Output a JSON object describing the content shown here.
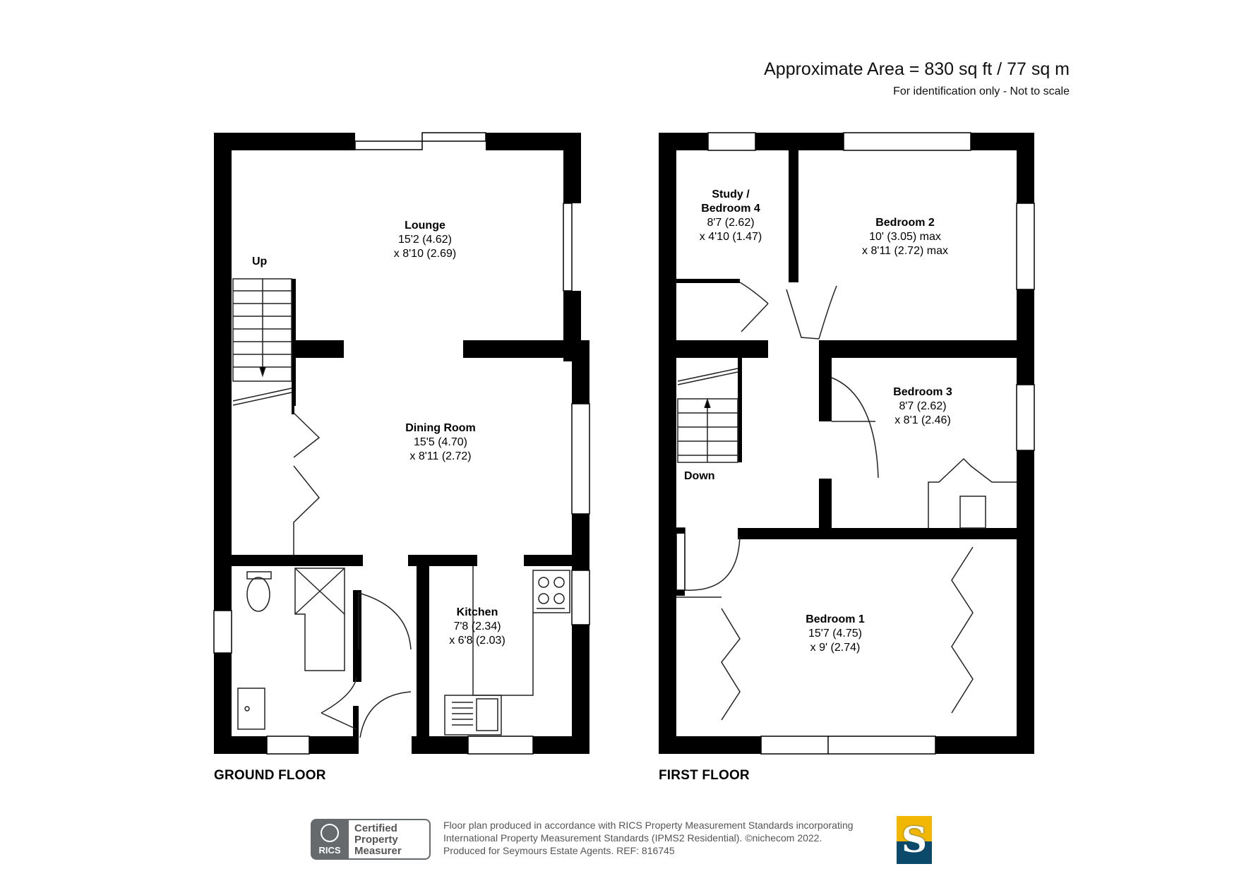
{
  "header": {
    "area": "Approximate Area = 830 sq ft / 77 sq m",
    "note": "For identification only - Not to scale"
  },
  "ground_floor": {
    "title": "GROUND FLOOR",
    "stairs_label": "Up",
    "rooms": {
      "lounge": {
        "name": "Lounge",
        "dim1": "15'2 (4.62)",
        "dim2": "x 8'10 (2.69)"
      },
      "dining": {
        "name": "Dining Room",
        "dim1": "15'5 (4.70)",
        "dim2": "x 8'11 (2.72)"
      },
      "kitchen": {
        "name": "Kitchen",
        "dim1": "7'8 (2.34)",
        "dim2": "x 6'8 (2.03)"
      }
    }
  },
  "first_floor": {
    "title": "FIRST FLOOR",
    "stairs_label": "Down",
    "rooms": {
      "study": {
        "name1": "Study /",
        "name2": "Bedroom 4",
        "dim1": "8'7 (2.62)",
        "dim2": "x 4'10 (1.47)"
      },
      "bedroom2": {
        "name": "Bedroom 2",
        "dim1": "10' (3.05) max",
        "dim2": "x 8'11 (2.72) max"
      },
      "bedroom3": {
        "name": "Bedroom 3",
        "dim1": "8'7 (2.62)",
        "dim2": "x 8'1 (2.46)"
      },
      "bedroom1": {
        "name": "Bedroom 1",
        "dim1": "15'7 (4.75)",
        "dim2": "x 9' (2.74)"
      }
    }
  },
  "footer": {
    "rics_badge": {
      "logo": "RICS",
      "line1": "Certified",
      "line2": "Property",
      "line3": "Measurer"
    },
    "line1": "Floor plan produced in accordance with RICS Property Measurement Standards incorporating",
    "line2": "International Property Measurement Standards (IPMS2 Residential).   ©nichecom 2022.",
    "line3": "Produced for Seymours Estate Agents.   REF:  816745",
    "brand_letter": "S"
  },
  "colors": {
    "wall": "#000000",
    "fixture": "#333333",
    "brand_yellow": "#f2b705",
    "brand_blue": "#0b4a6b"
  }
}
